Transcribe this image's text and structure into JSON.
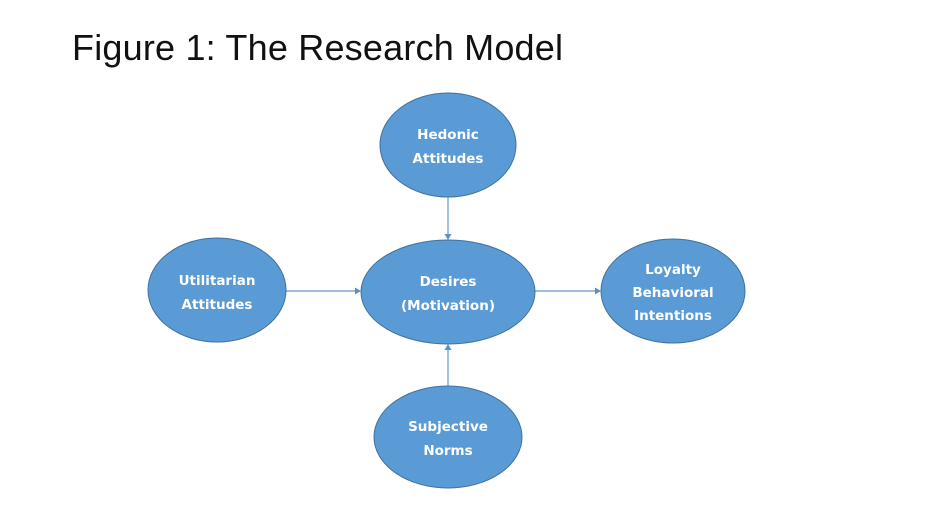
{
  "figure": {
    "title": "Figure 1: The Research Model"
  },
  "colors": {
    "node_fill": "#5b9bd5",
    "node_stroke": "#41719c",
    "node_text": "#ffffff",
    "edge": "#7fa9d6"
  },
  "nodes": [
    {
      "id": "hedonic",
      "lines": [
        "Hedonic",
        "Attitudes"
      ]
    },
    {
      "id": "utilitarian",
      "lines": [
        "Utilitarian",
        "Attitudes"
      ]
    },
    {
      "id": "desires",
      "lines": [
        "Desires",
        "(Motivation)"
      ]
    },
    {
      "id": "loyalty",
      "lines": [
        "Loyalty",
        "Behavioral",
        "Intentions"
      ]
    },
    {
      "id": "subjective",
      "lines": [
        "Subjective",
        "Norms"
      ]
    }
  ],
  "edges": [
    {
      "from": "hedonic",
      "to": "desires"
    },
    {
      "from": "utilitarian",
      "to": "desires"
    },
    {
      "from": "subjective",
      "to": "desires"
    },
    {
      "from": "desires",
      "to": "loyalty"
    }
  ]
}
